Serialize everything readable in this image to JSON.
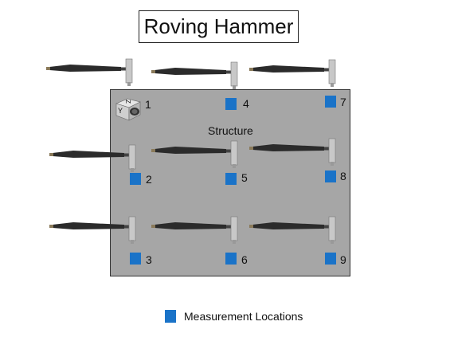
{
  "title": "Roving Hammer",
  "structure_label": "Structure",
  "sensor_axes": {
    "y": "Y",
    "z": "Z"
  },
  "locations": [
    "1",
    "2",
    "3",
    "4",
    "5",
    "6",
    "7",
    "8",
    "9"
  ],
  "legend": {
    "label": "Measurement Locations"
  },
  "colors": {
    "marker": "#1a73c8",
    "structure": "#a6a6a6"
  },
  "icons": {
    "hammer": "impact-hammer-icon",
    "sensor": "triaxial-accelerometer-icon"
  }
}
